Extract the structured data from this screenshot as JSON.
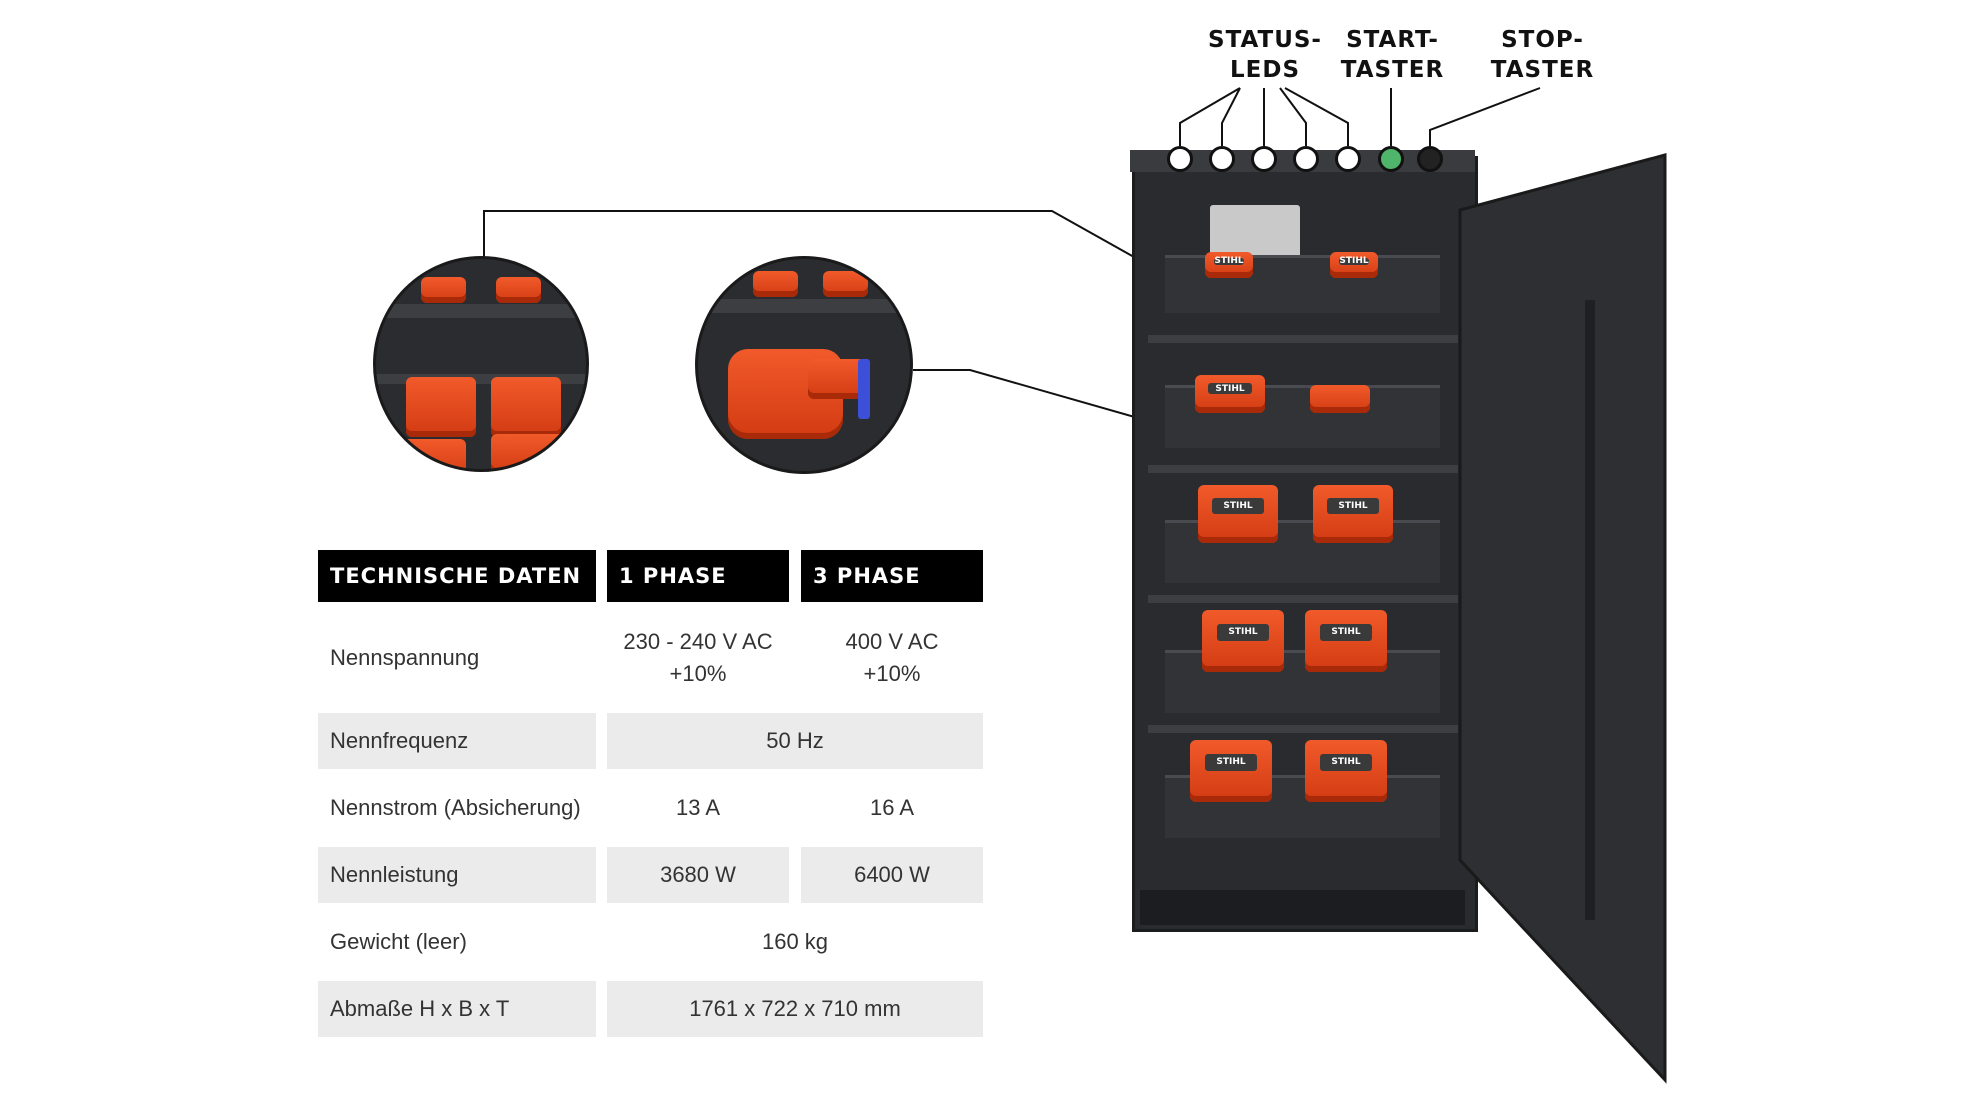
{
  "callouts": {
    "status_leds_line1": "STATUS-",
    "status_leds_line2": "LEDS",
    "start_line1": "START-",
    "start_line2": "TASTER",
    "stop_line1": "STOP-",
    "stop_line2": "TASTER"
  },
  "battery_brand": "STIHL",
  "table": {
    "headers": [
      "TECHNISCHE DATEN",
      "1 PHASE",
      "3 PHASE"
    ],
    "rows": [
      {
        "label": "Nennspannung",
        "phase1_line1": "230 - 240 V AC",
        "phase1_line2": "+10%",
        "phase3_line1": "400 V AC",
        "phase3_line2": "+10%"
      },
      {
        "label": "Nennfrequenz",
        "both": "50 Hz"
      },
      {
        "label": "Nennstrom (Absicherung)",
        "phase1": "13 A",
        "phase3": "16 A"
      },
      {
        "label": "Nennleistung",
        "phase1": "3680 W",
        "phase3": "6400 W"
      },
      {
        "label": "Gewicht (leer)",
        "both": "160 kg"
      },
      {
        "label": "Abmaße H x B x T",
        "both": "1761 x 722 x 710 mm"
      }
    ]
  },
  "colors": {
    "header_bg": "#000000",
    "row_shade": "#ebebeb",
    "cabinet": "#2a2b2e",
    "battery_orange": "#e8501f",
    "start_led": "#4fb56a"
  }
}
